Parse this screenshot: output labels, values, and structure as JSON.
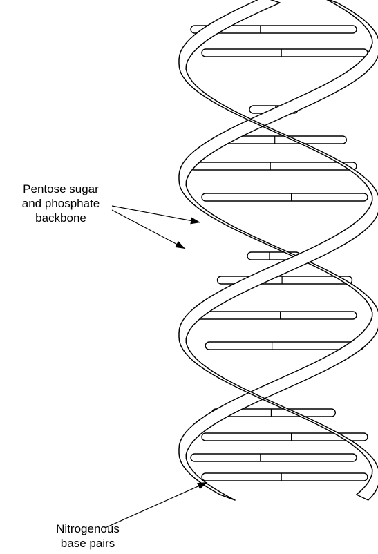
{
  "labels": {
    "backbone": [
      "Pentose sugar",
      "and phosphate",
      "backbone"
    ],
    "bases": [
      "Nitrogenous",
      "base pairs"
    ]
  },
  "colors": {
    "line": "#000000",
    "fill": "#ffffff"
  }
}
